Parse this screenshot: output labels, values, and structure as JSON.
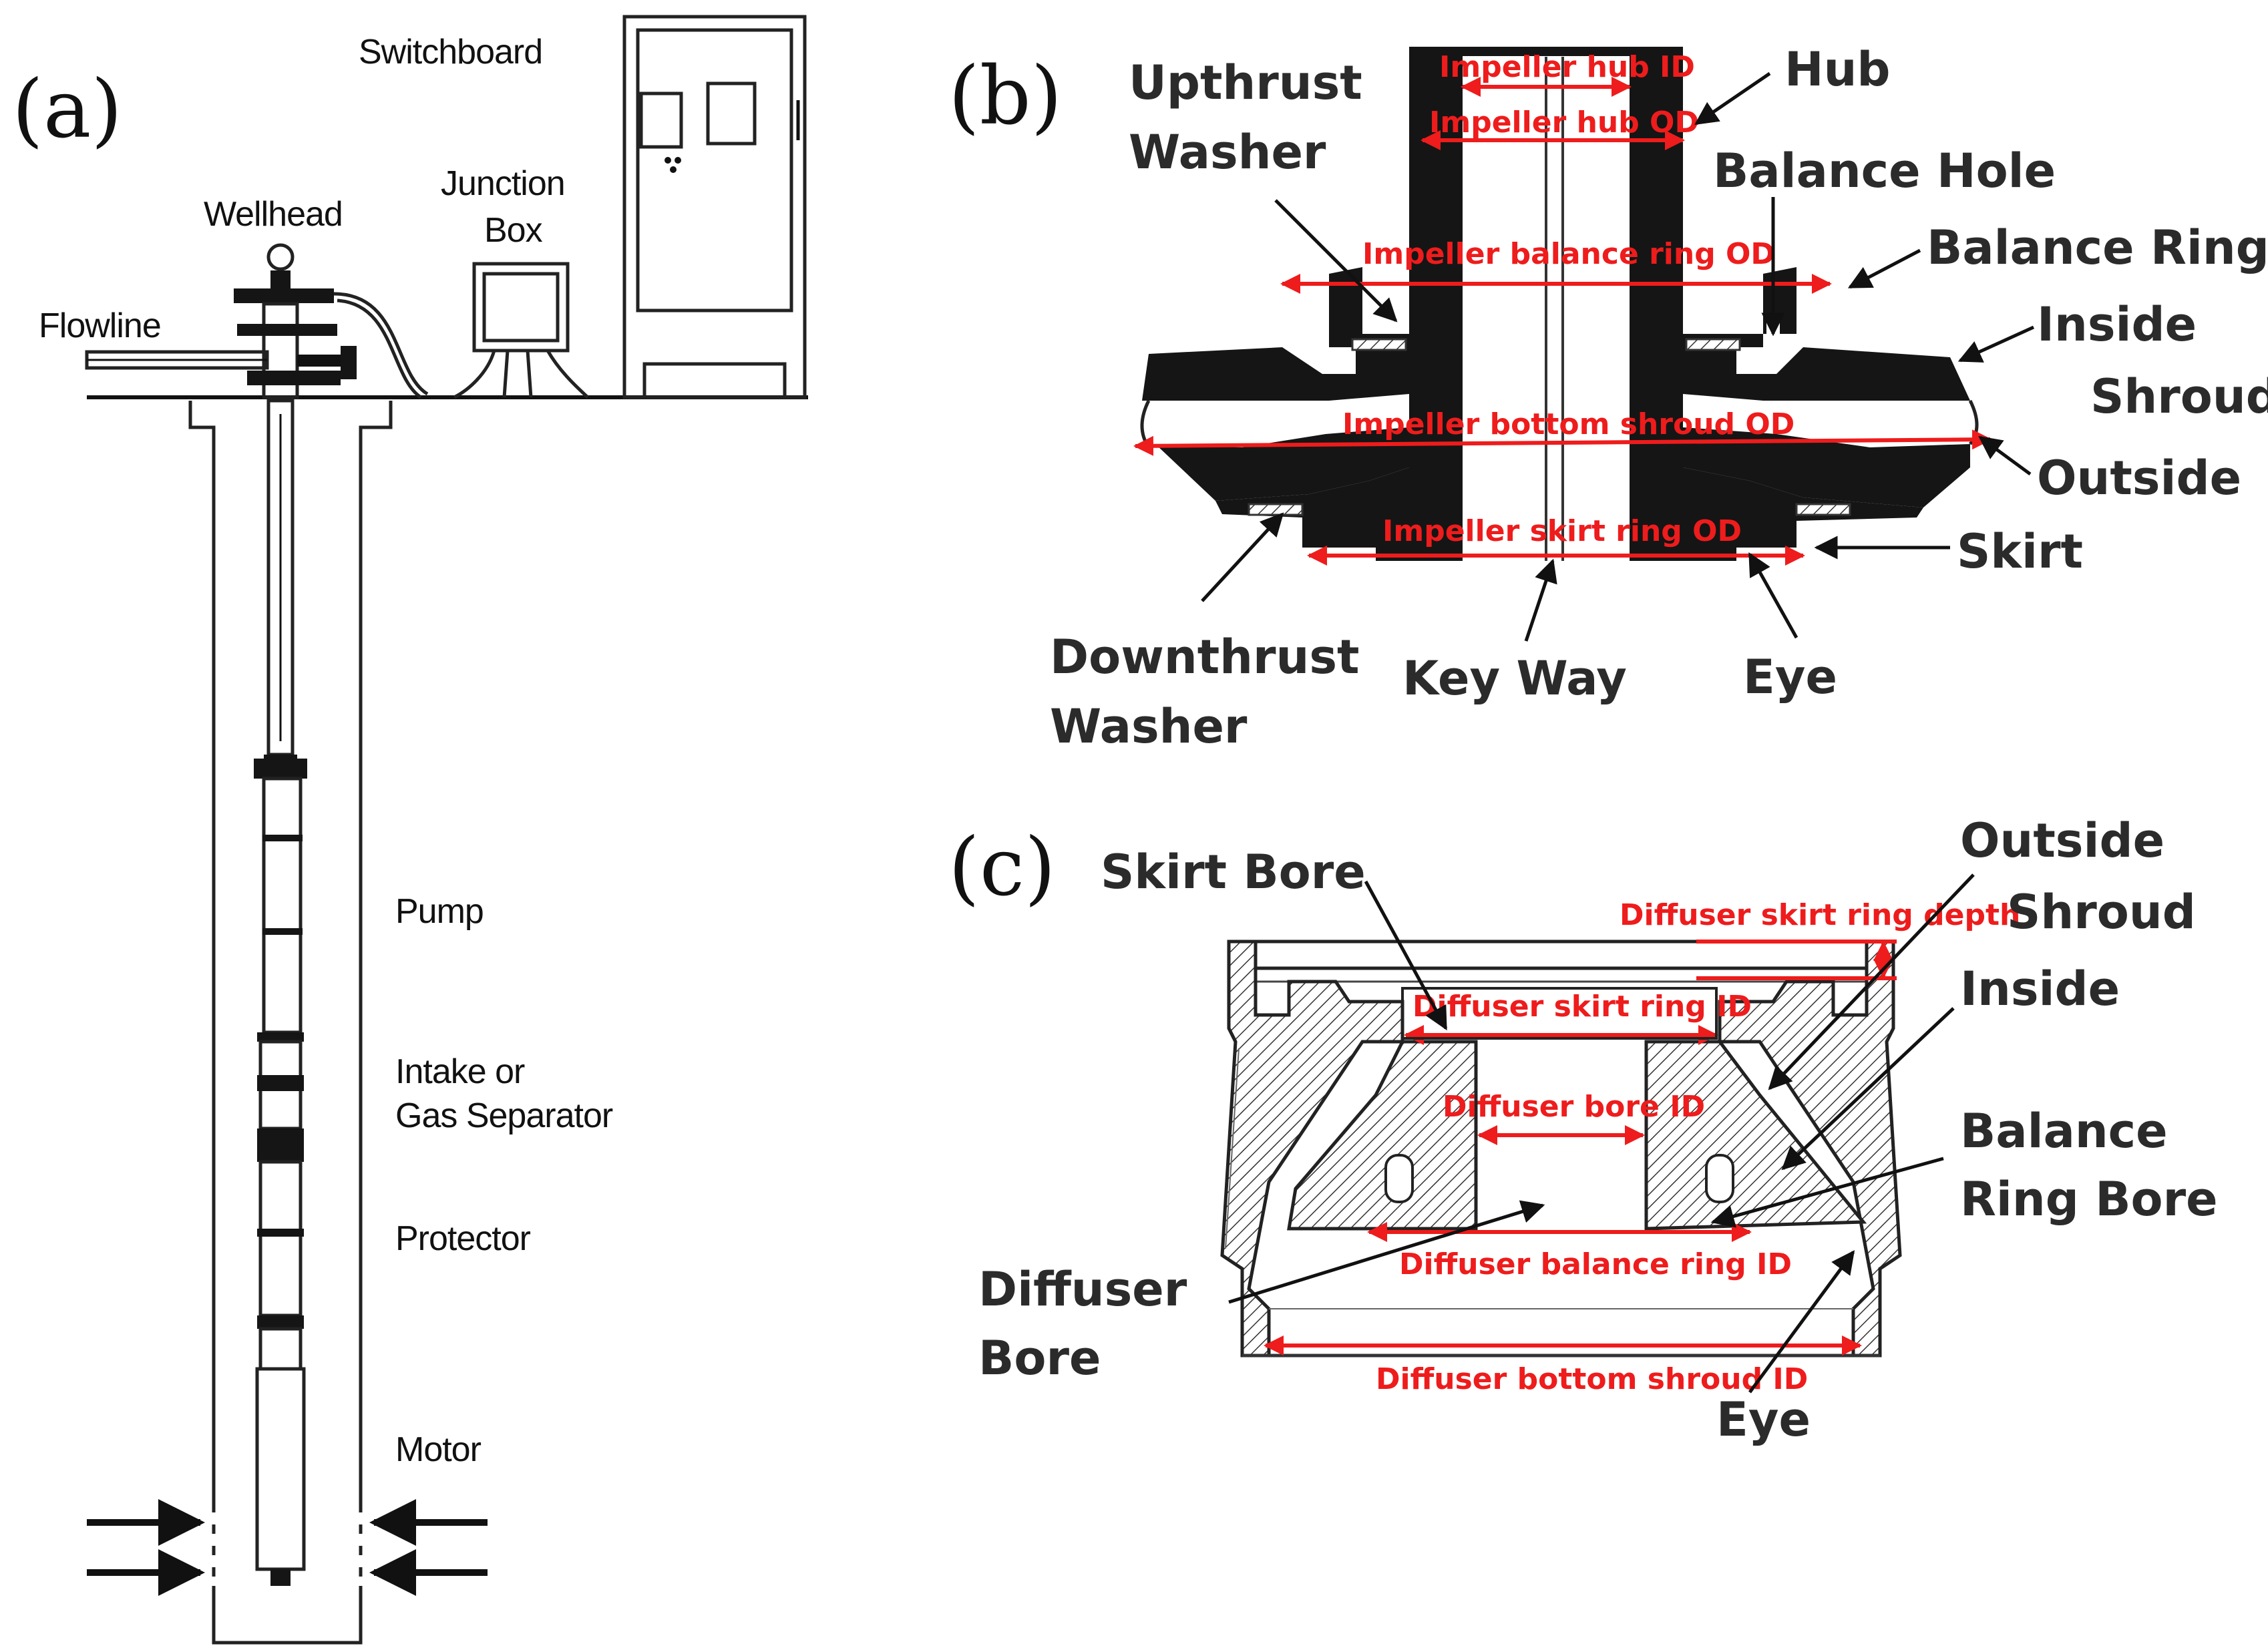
{
  "panels": {
    "a": {
      "letter": "(a)",
      "labels": {
        "switchboard": "Switchboard",
        "wellhead": "Wellhead",
        "junction_line1": "Junction",
        "junction_line2": "Box",
        "flowline": "Flowline",
        "pump": "Pump",
        "intake_line1": "Intake or",
        "intake_line2": "Gas Separator",
        "protector": "Protector",
        "motor": "Motor"
      }
    },
    "b": {
      "letter": "(b)",
      "labels": {
        "upthrust_line1": "Upthrust",
        "upthrust_line2": "Washer",
        "hub": "Hub",
        "balance_hole": "Balance Hole",
        "balance_ring": "Balance Ring",
        "inside": "Inside",
        "shroud": "Shroud",
        "outside": "Outside",
        "skirt": "Skirt",
        "downthrust_line1": "Downthrust",
        "downthrust_line2": "Washer",
        "key_way": "Key Way",
        "eye": "Eye"
      },
      "dimensions": {
        "hub_id": "Impeller hub ID",
        "hub_od": "Impeller hub OD",
        "balance_ring_od": "Impeller balance ring OD",
        "bottom_shroud_od": "Impeller bottom shroud OD",
        "skirt_ring_od": "Impeller skirt ring OD"
      }
    },
    "c": {
      "letter": "(c)",
      "labels": {
        "skirt_bore": "Skirt Bore",
        "outside": "Outside",
        "shroud": "Shroud",
        "inside": "Inside",
        "balance_line1": "Balance",
        "balance_line2": "Ring Bore",
        "diffuser_line1": "Diffuser",
        "diffuser_line2": "Bore",
        "eye": "Eye"
      },
      "dimensions": {
        "skirt_ring_depth": "Diffuser skirt ring depth",
        "skirt_ring_id": "Diffuser skirt ring ID",
        "bore_id": "Diffuser bore ID",
        "balance_ring_id": "Diffuser balance ring ID",
        "bottom_shroud_id": "Diffuser bottom shroud ID"
      }
    }
  },
  "colors": {
    "dimension_red": "#ee1c1c",
    "ink": "#151515",
    "label": "#2b2b2b"
  }
}
